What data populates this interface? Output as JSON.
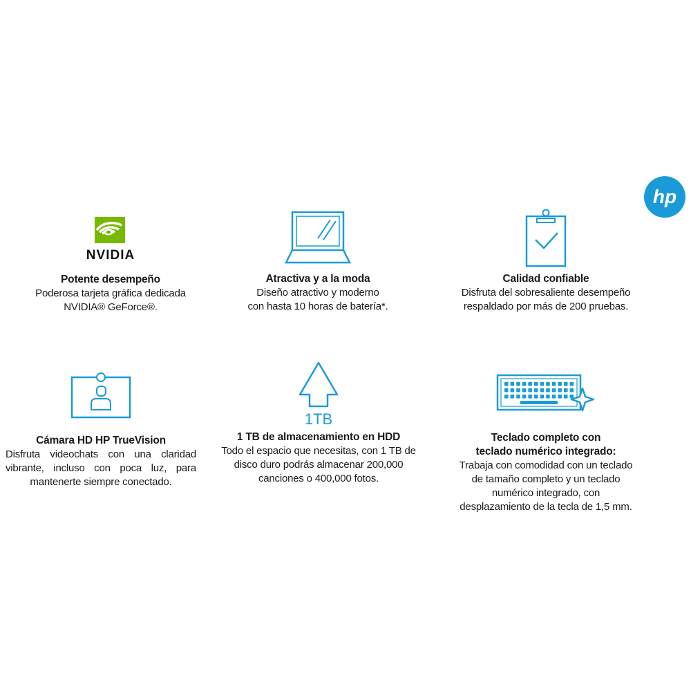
{
  "brand": {
    "logo_text": "hp",
    "accent_color": "#1a9bd7",
    "nvidia_green": "#76b900"
  },
  "features": [
    {
      "icon": "nvidia-logo",
      "logo_text": "NVIDIA",
      "title": "Potente desempeño",
      "desc_lines": [
        "Poderosa tarjeta gráfica dedicada",
        "NVIDIA® GeForce®."
      ]
    },
    {
      "icon": "laptop-icon",
      "title": "Atractiva y a la moda",
      "desc_lines": [
        "Diseño atractivo y moderno",
        "con hasta 10 horas de batería*."
      ]
    },
    {
      "icon": "clipboard-check-icon",
      "title": "Calidad confiable",
      "desc_lines": [
        "Disfruta del sobresaliente desempeño",
        "respaldado por más de 200 pruebas."
      ]
    },
    {
      "icon": "webcam-user-icon",
      "title": "Cámara HD HP TrueVision",
      "desc": "Disfruta videochats con una claridad vibrante, incluso con poca luz, para mantenerte siempre conectado."
    },
    {
      "icon": "arrow-up-storage-icon",
      "icon_label": "1TB",
      "title": "1 TB de almacenamiento en HDD",
      "desc_lines": [
        "Todo el espacio que necesitas, con 1 TB de",
        "disco duro podrás almacenar 200,000",
        "canciones o 400,000 fotos."
      ]
    },
    {
      "icon": "keyboard-sparkle-icon",
      "title_lines": [
        "Teclado completo con",
        "teclado numérico integrado:"
      ],
      "desc_lines": [
        "Trabaja con comodidad con un teclado",
        "de tamaño completo y un teclado",
        "numérico integrado, con",
        "desplazamiento de la tecla de 1,5 mm."
      ]
    }
  ]
}
